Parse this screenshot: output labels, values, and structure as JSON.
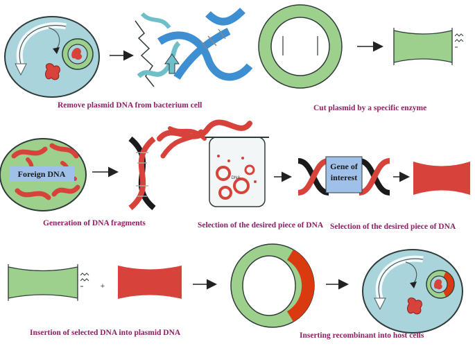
{
  "captions": {
    "remove_plasmid": "Remove plasmid DNA from bacterium cell",
    "cut_plasmid": "Cut plasmid by a specific enzyme",
    "generation_fragments": "Generation of DNA fragments",
    "selection_1": "Selection of the desired piece of DNA",
    "selection_2": "Selection of the desired piece of DNA",
    "insertion": "Insertion of selected DNA into plasmid DNA",
    "inserting_host": "Inserting recombinant into host cells"
  },
  "labels": {
    "foreign_dna": "Foreign DNA",
    "gene_of_interest": "Gene of interest",
    "tube_label": "DNA",
    "plus_sign": "+"
  },
  "colors": {
    "cell_fill": "#a9d4dc",
    "cell_border": "#2f3b3a",
    "plasmid_green": "#9ed08d",
    "dna_red": "#d7423a",
    "dna_blue": "#3e8fd1",
    "dna_black": "#1a1a1a",
    "label_blue": "#9fc0e8",
    "caption": "#8e1f63",
    "recombinant_red": "#d93a10"
  }
}
